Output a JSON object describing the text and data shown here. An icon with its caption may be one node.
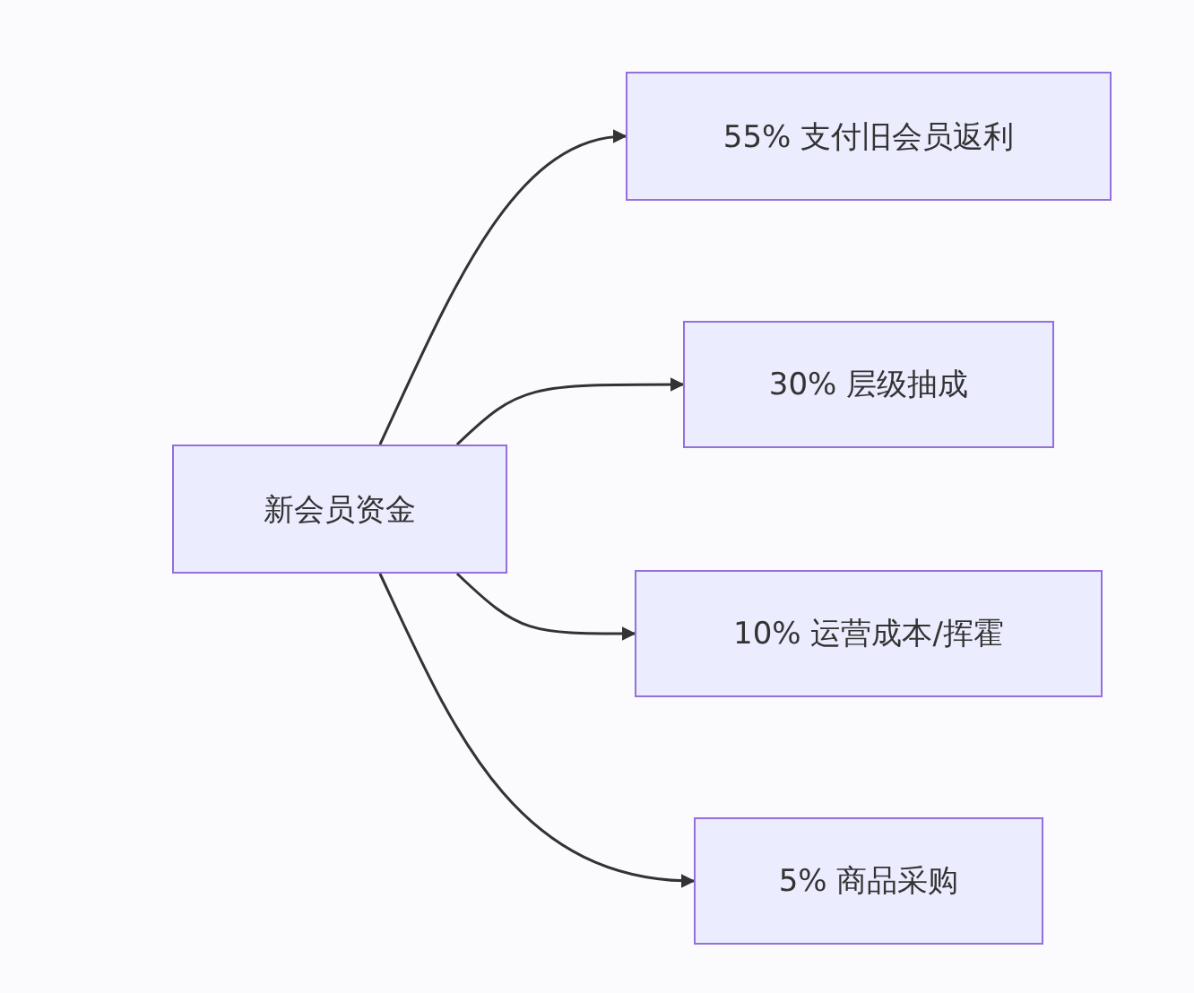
{
  "diagram": {
    "nodes": [
      {
        "text": [
          "新会员资金"
        ]
      },
      {
        "text": [
          "55% 支付旧会员返利"
        ]
      },
      {
        "text": [
          "30% 层级抽成"
        ]
      },
      {
        "text": [
          "10% 运营成本/挥霍"
        ]
      },
      {
        "text": [
          "5% 商品采购"
        ]
      }
    ],
    "edges": [
      {
        "from": 0,
        "to": 1,
        "arrow": "to"
      },
      {
        "from": 0,
        "to": 2,
        "arrow": "to"
      },
      {
        "from": 0,
        "to": 3,
        "arrow": "to"
      },
      {
        "from": 0,
        "to": 4,
        "arrow": "to"
      }
    ]
  }
}
